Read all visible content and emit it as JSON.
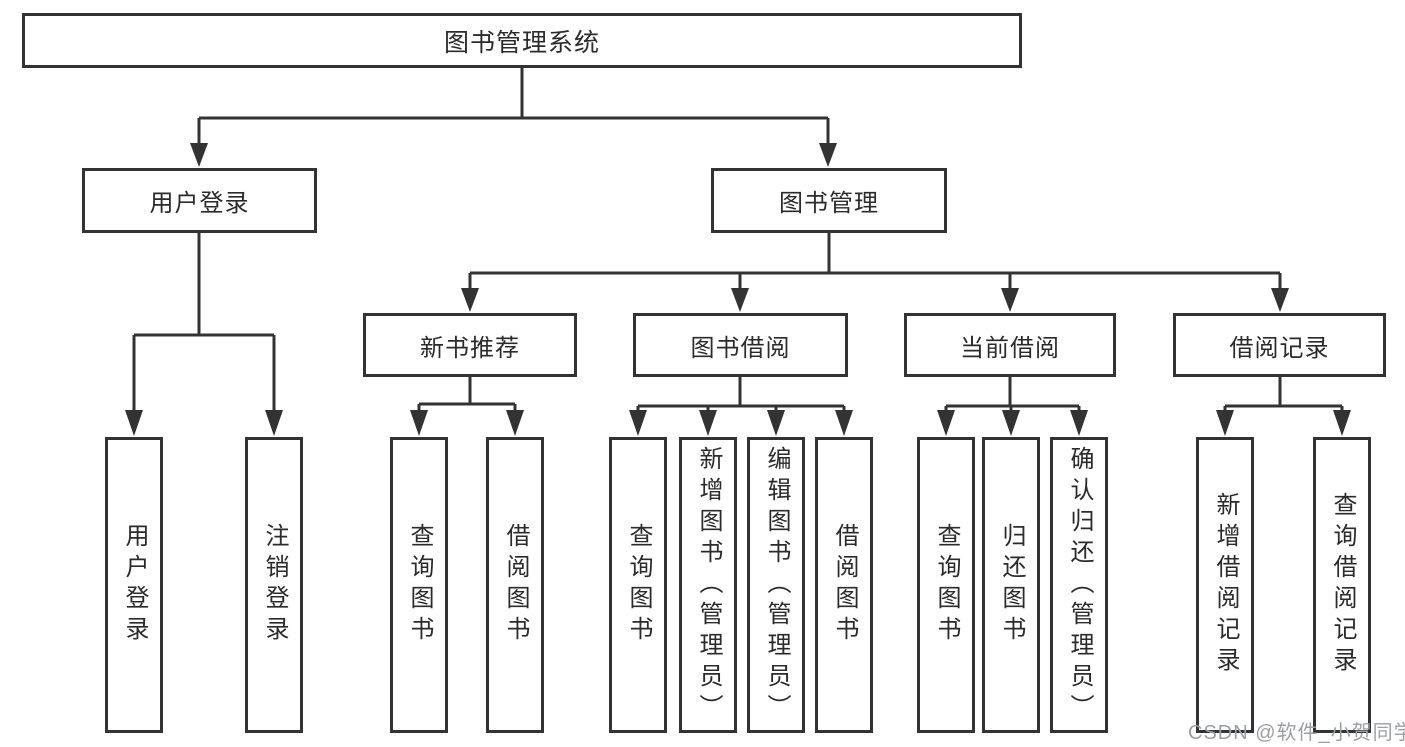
{
  "tree": {
    "label": "图书管理系统",
    "children": [
      {
        "label": "用户登录",
        "children": [
          {
            "label": "用户登录"
          },
          {
            "label": "注销登录"
          }
        ]
      },
      {
        "label": "图书管理",
        "children": [
          {
            "label": "新书推荐",
            "children": [
              {
                "label": "查询图书"
              },
              {
                "label": "借阅图书"
              }
            ]
          },
          {
            "label": "图书借阅",
            "children": [
              {
                "label": "查询图书"
              },
              {
                "label": "新增图书（管理员）"
              },
              {
                "label": "编辑图书（管理员）"
              },
              {
                "label": "借阅图书"
              }
            ]
          },
          {
            "label": "当前借阅",
            "children": [
              {
                "label": "查询图书"
              },
              {
                "label": "归还图书"
              },
              {
                "label": "确认归还（管理员）"
              }
            ]
          },
          {
            "label": "借阅记录",
            "children": [
              {
                "label": "新增借阅记录"
              },
              {
                "label": "查询借阅记录"
              }
            ]
          }
        ]
      }
    ]
  },
  "watermark": {
    "text": "CSDN @软件_小贺同学"
  },
  "colors": {
    "line": "#333333",
    "box_border": "#333333",
    "box_background": "#ffffff",
    "text": "#2b2b2b",
    "watermark": "#9aa0a6",
    "background": "#ffffff"
  }
}
